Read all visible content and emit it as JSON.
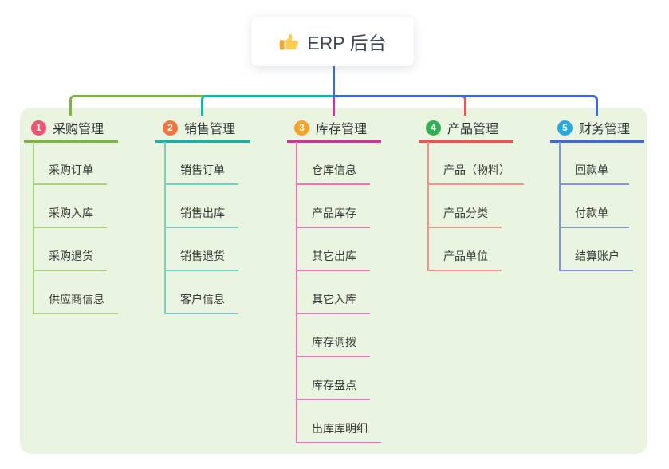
{
  "root": {
    "title": "ERP 后台",
    "icon": "thumbs-up-icon"
  },
  "branches": [
    {
      "id": "1",
      "label": "采购管理",
      "color": "#7cb342",
      "light_color": "#a9d47f",
      "badge": {
        "number": "1",
        "color": "#f1536e"
      },
      "children": [
        "采购订单",
        "采购入库",
        "采购退货",
        "供应商信息"
      ]
    },
    {
      "id": "2",
      "label": "销售管理",
      "color": "#14b3ab",
      "light_color": "#79cfc7",
      "badge": {
        "number": "2",
        "color": "#f37440"
      },
      "children": [
        "销售订单",
        "销售出库",
        "销售退货",
        "客户信息"
      ]
    },
    {
      "id": "3",
      "label": "库存管理",
      "color": "#d232a0",
      "light_color": "#ee74b8",
      "badge": {
        "number": "3",
        "color": "#f9a326"
      },
      "children": [
        "仓库信息",
        "产品库存",
        "其它出库",
        "其它入库",
        "库存调拨",
        "库存盘点",
        "出库库明细"
      ]
    },
    {
      "id": "4",
      "label": "产品管理",
      "color": "#f4514d",
      "light_color": "#f4938c",
      "badge": {
        "number": "4",
        "color": "#31b353"
      },
      "children": [
        "产品（物料）",
        "产品分类",
        "产品单位"
      ]
    },
    {
      "id": "5",
      "label": "财务管理",
      "color": "#3f68d9",
      "light_color": "#8095da",
      "badge": {
        "number": "5",
        "color": "#26a9e0"
      },
      "children": [
        "回款单",
        "付款单",
        "结算账户"
      ]
    }
  ],
  "colors": {
    "canvas_bg": "#ffffff",
    "panel_bg": "#e9f5e0",
    "root_text": "#3d4757",
    "item_text": "#3a3a3a"
  }
}
